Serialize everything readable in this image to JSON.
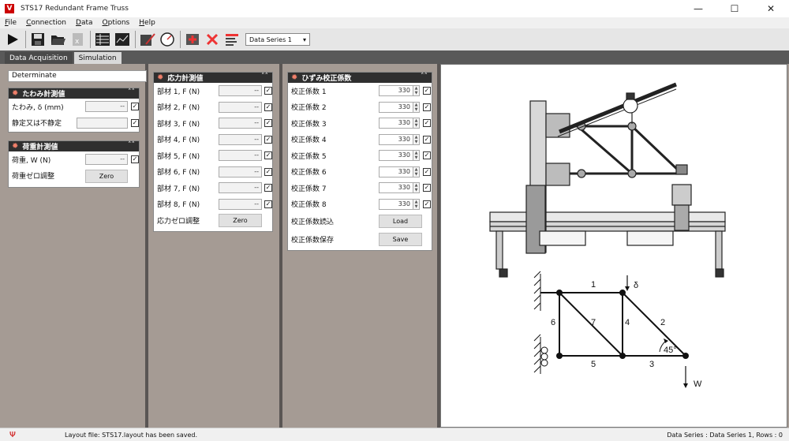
{
  "window": {
    "title": "STS17 Redundant Frame Truss",
    "logo": "V"
  },
  "menu": [
    {
      "label": "File",
      "u": "F",
      "rest": "ile"
    },
    {
      "label": "Connection",
      "u": "C",
      "rest": "onnection"
    },
    {
      "label": "Data",
      "u": "D",
      "rest": "ata"
    },
    {
      "label": "Options",
      "u": "O",
      "rest": "ptions"
    },
    {
      "label": "Help",
      "u": "H",
      "rest": "elp"
    }
  ],
  "toolbar": {
    "series_value": "Data Series 1"
  },
  "tabs": [
    "Data Acquisition",
    "Simulation"
  ],
  "left": {
    "mode": "Determinate",
    "deflection": {
      "title": "たわみ計測値",
      "deflection_label": "たわみ, δ (mm)",
      "deflection_value": "--",
      "determinacy_label": "静定又は不静定",
      "determinacy_value": ""
    },
    "load": {
      "title": "荷重計測値",
      "load_label": "荷重, W (N)",
      "load_value": "--",
      "zero_label": "荷重ゼロ調整",
      "zero_button": "Zero"
    }
  },
  "stress": {
    "title": "応力計測値",
    "members": [
      {
        "label": "部材 1, F (N)",
        "value": "--"
      },
      {
        "label": "部材 2, F (N)",
        "value": "--"
      },
      {
        "label": "部材 3, F (N)",
        "value": "--"
      },
      {
        "label": "部材 4, F (N)",
        "value": "--"
      },
      {
        "label": "部材 5, F (N)",
        "value": "--"
      },
      {
        "label": "部材 6, F (N)",
        "value": "--"
      },
      {
        "label": "部材 7, F (N)",
        "value": "--"
      },
      {
        "label": "部材 8, F (N)",
        "value": "--"
      }
    ],
    "zero_label": "応力ゼロ調整",
    "zero_button": "Zero"
  },
  "strain": {
    "title": "ひずみ校正係数",
    "factors": [
      {
        "label": "校正係数 1",
        "value": "330"
      },
      {
        "label": "校正係数 2",
        "value": "330"
      },
      {
        "label": "校正係数 3",
        "value": "330"
      },
      {
        "label": "校正係数 4",
        "value": "330"
      },
      {
        "label": "校正係数 5",
        "value": "330"
      },
      {
        "label": "校正係数 6",
        "value": "330"
      },
      {
        "label": "校正係数 7",
        "value": "330"
      },
      {
        "label": "校正係数 8",
        "value": "330"
      }
    ],
    "load_label": "校正係数読込",
    "load_button": "Load",
    "save_label": "校正係数保存",
    "save_button": "Save"
  },
  "diagram": {
    "member_labels": [
      "1",
      "2",
      "3",
      "4",
      "5",
      "6",
      "7"
    ],
    "angle": "45°",
    "deflection_symbol": "δ",
    "load_symbol": "W"
  },
  "status": {
    "message": "Layout file: STS17.layout has been saved.",
    "right": "Data Series : Data Series 1,  Rows : 0"
  },
  "colors": {
    "workspace": "#a59b94",
    "header": "#2f2f2f",
    "gear": "#f07f6a",
    "logo": "#cc0000"
  }
}
